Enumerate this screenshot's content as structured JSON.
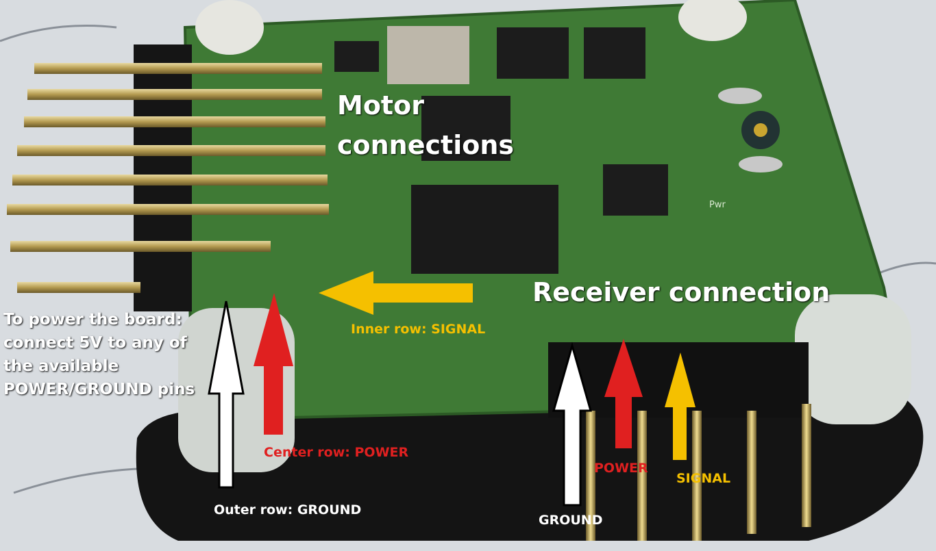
{
  "labels": {
    "motor": "Motor connections",
    "motor_line1": "Motor",
    "motor_line2": "connections",
    "receiver": "Receiver connection",
    "power_note": "To power the board: connect 5V to any of the available POWER/GROUND pins",
    "inner_row": "Inner row: SIGNAL",
    "center_row": "Center row: POWER",
    "outer_row": "Outer row: GROUND",
    "ground": "GROUND",
    "power": "POWER",
    "signal": "SIGNAL",
    "pwr_silk": "Pwr"
  },
  "colors": {
    "signal": "#f5c000",
    "power": "#e02020",
    "ground": "#ffffff",
    "board": "#3f7a35"
  }
}
